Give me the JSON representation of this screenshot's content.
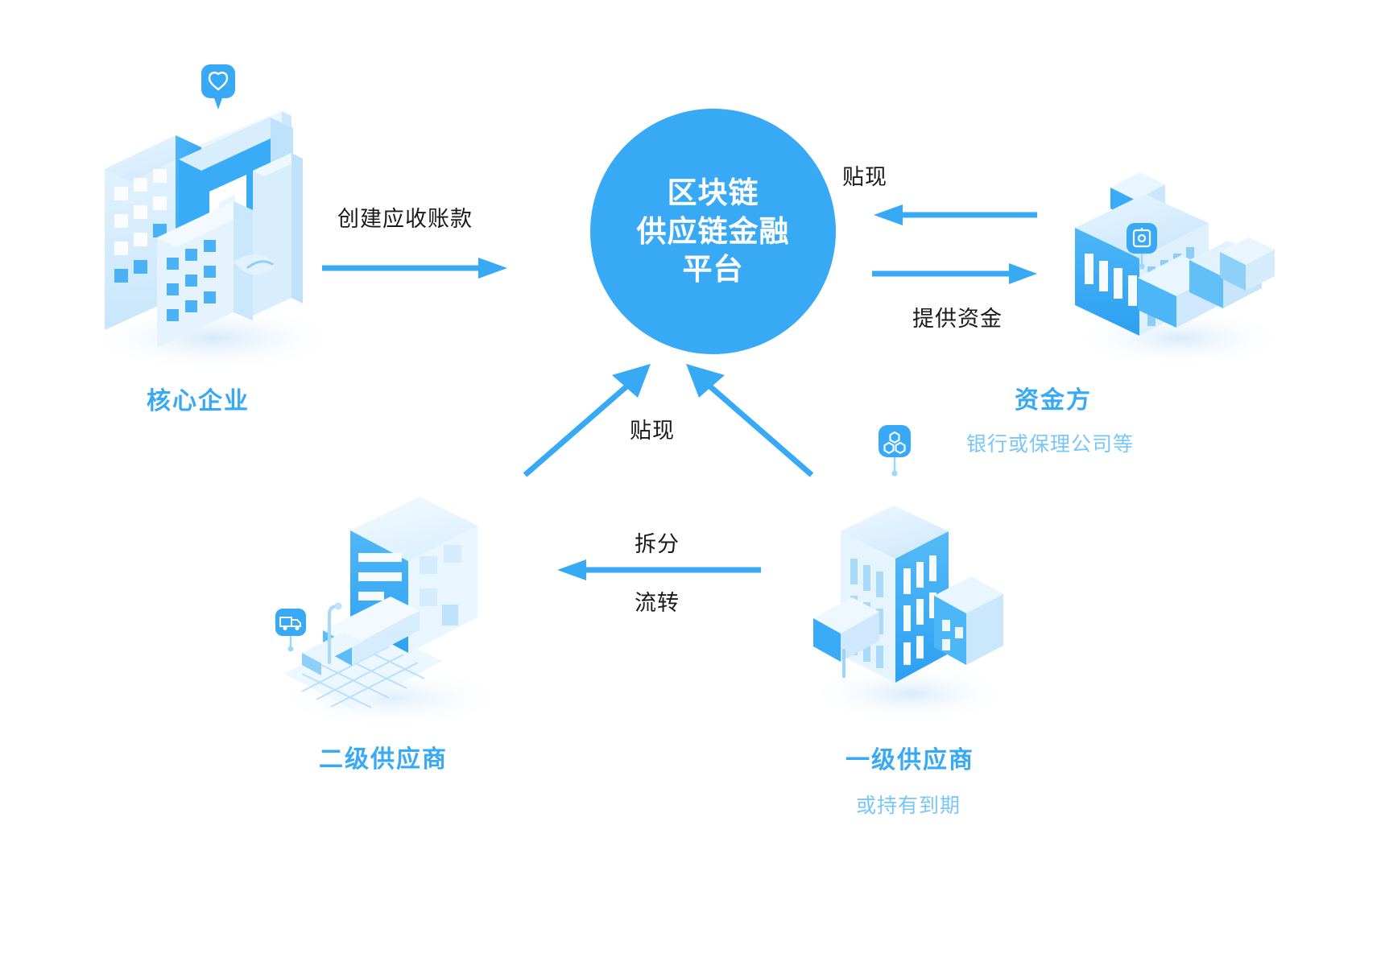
{
  "diagram": {
    "title_hub": [
      "区块链",
      "供应链金融",
      "平台"
    ],
    "colors": {
      "primary": "#38a9f5",
      "primary_light": "#79c6f9",
      "illustration_light": "#dbeefe",
      "illustration_pale": "#eff8ff",
      "label_text": "#1a1a1a",
      "background": "#ffffff"
    }
  },
  "hub": {
    "line1": "区块链",
    "line2": "供应链金融",
    "line3": "平台"
  },
  "nodes": {
    "core_enterprise": {
      "title": "核心企业",
      "subtitle": "",
      "badge_icon": "shield-heart-icon"
    },
    "funder": {
      "title": "资金方",
      "subtitle": "银行或保理公司等",
      "badge_icon": "bank-safe-icon"
    },
    "tier1_supplier": {
      "title": "一级供应商",
      "subtitle": "或持有到期",
      "badge_icon": "molecule-icon"
    },
    "tier2_supplier": {
      "title": "二级供应商",
      "subtitle": "",
      "badge_icon": "truck-icon"
    }
  },
  "edges": [
    {
      "id": "core-to-hub",
      "label": "创建应收账款",
      "direction": "right"
    },
    {
      "id": "funder-to-hub",
      "label": "贴现",
      "direction": "left"
    },
    {
      "id": "hub-to-funder",
      "label": "提供资金",
      "direction": "right"
    },
    {
      "id": "suppliers-to-hub",
      "label": "贴现",
      "direction": "up"
    },
    {
      "id": "tier1-to-tier2-a",
      "label": "拆分",
      "direction": "left"
    },
    {
      "id": "tier1-to-tier2-b",
      "label": "流转",
      "direction": "left"
    }
  ]
}
